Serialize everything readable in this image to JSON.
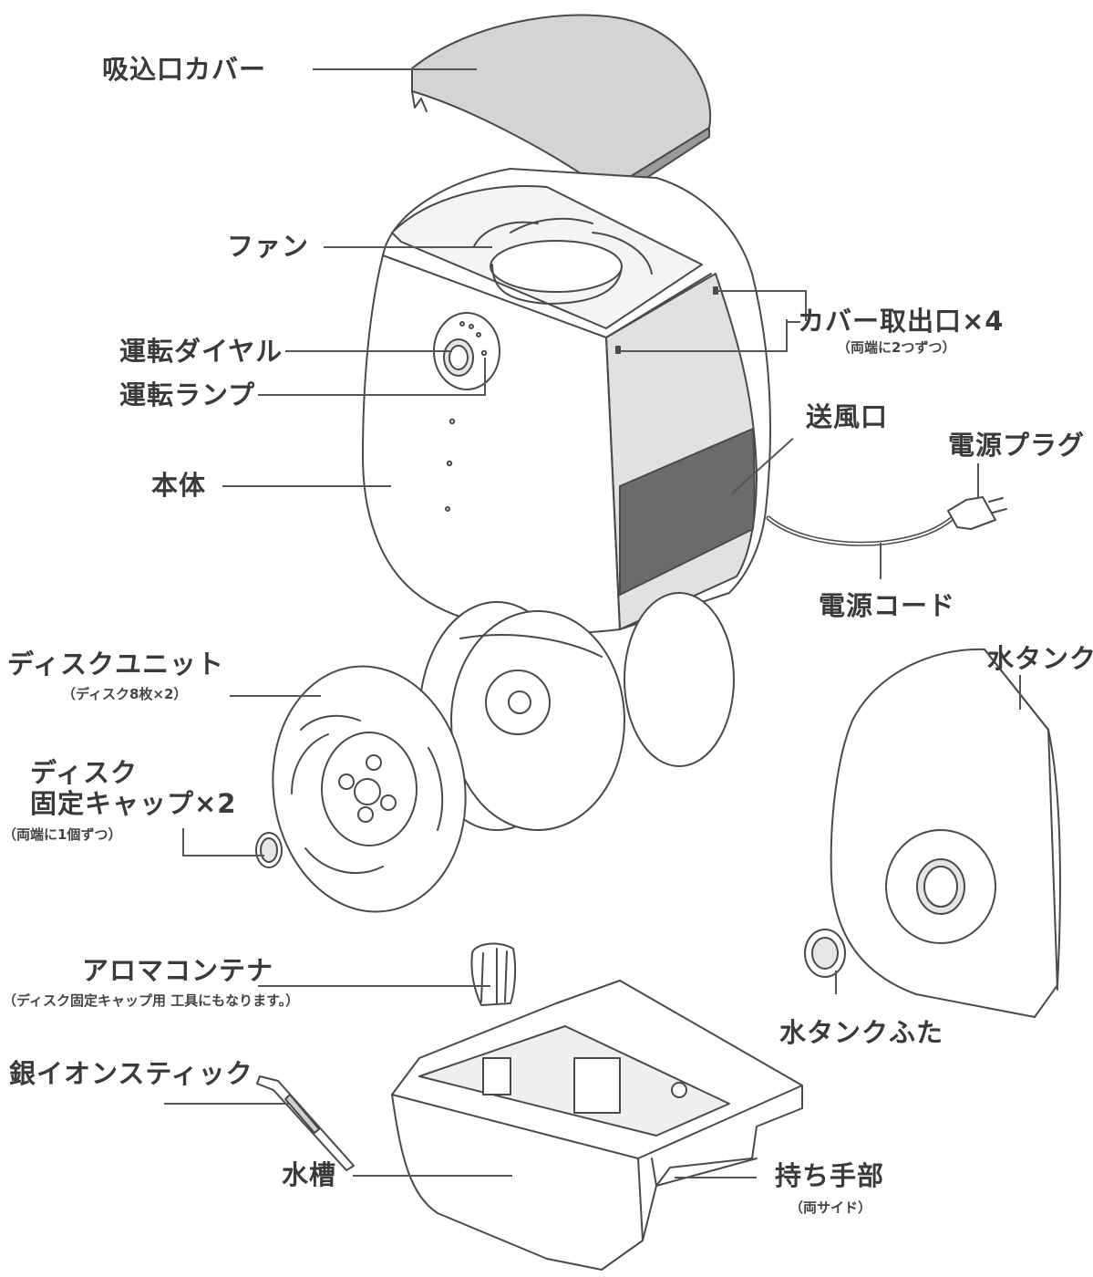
{
  "diagram": {
    "parts": {
      "intake_cover": "吸込口カバー",
      "fan": "ファン",
      "dial": "運転ダイヤル",
      "lamp": "運転ランプ",
      "body": "本体",
      "cover_slots": "カバー取出口×4",
      "cover_slots_note": "（両端に2つずつ）",
      "outlet": "送風口",
      "plug": "電源プラグ",
      "cord": "電源コード",
      "disc_unit": "ディスクユニット",
      "disc_unit_note": "（ディスク8枚×2）",
      "disc_cap_line1": "ディスク",
      "disc_cap_line2": "固定キャップ×2",
      "disc_cap_note": "（両端に1個ずつ）",
      "tank": "水タンク",
      "tank_cap": "水タンクふた",
      "aroma": "アロマコンテナ",
      "aroma_note": "（ディスク固定キャップ用 工具にもなります。）",
      "silver_stick": "銀イオンスティック",
      "basin": "水槽",
      "handle": "持ち手部",
      "handle_note": "（両サイド）"
    },
    "colors": {
      "outline": "#4a4a4a",
      "panel_light": "#d9d9d9",
      "panel_dark": "#6b6b6b",
      "label": "#3a3a3a"
    }
  }
}
